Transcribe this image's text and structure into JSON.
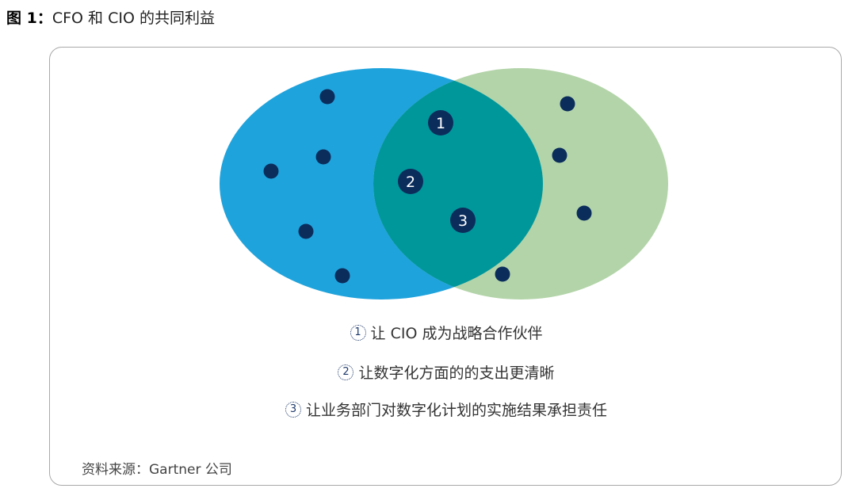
{
  "figure": {
    "label": "图 1：",
    "title": "CFO 和 CIO 的共同利益"
  },
  "venn": {
    "left_color": "#1fa3dc",
    "right_color": "#b3d4a9",
    "overlap_color": "#00979b",
    "dot_color": "#0b2d5c",
    "numbered_points": [
      "1",
      "2",
      "3"
    ]
  },
  "legend": [
    {
      "number": "1",
      "text": "让 CIO 成为战略合作伙伴"
    },
    {
      "number": "2",
      "text": "让数字化方面的的支出更清晰"
    },
    {
      "number": "3",
      "text": "让业务部门对数字化计划的实施结果承担责任"
    }
  ],
  "source": "资料来源：Gartner 公司"
}
